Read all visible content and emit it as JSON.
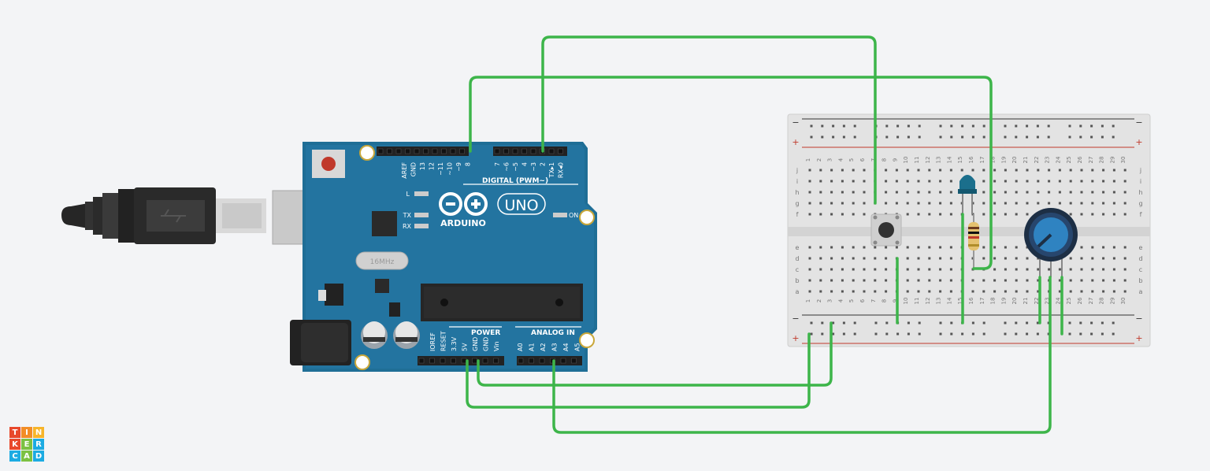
{
  "board": {
    "logo_text": "ARDUINO",
    "model": "UNO",
    "header_digital_title": "DIGITAL (PWM~)",
    "digital_pins": [
      "AREF",
      "GND",
      "13",
      "12",
      "~11",
      "~10",
      "~9",
      "8",
      "7",
      "~6",
      "~5",
      "4",
      "~3",
      "2",
      "TX▸1",
      "RX◂0"
    ],
    "power_title": "POWER",
    "power_pins": [
      "IOREF",
      "RESET",
      "3.3V",
      "5V",
      "GND",
      "GND",
      "Vin"
    ],
    "analog_title": "ANALOG IN",
    "analog_pins": [
      "A0",
      "A1",
      "A2",
      "A3",
      "A4",
      "A5"
    ],
    "led_l": "L",
    "led_tx": "TX",
    "led_rx": "RX",
    "led_on": "ON",
    "crystal_label": "16MHz"
  },
  "breadboard": {
    "columns": [
      "1",
      "2",
      "3",
      "4",
      "5",
      "6",
      "7",
      "8",
      "9",
      "10",
      "11",
      "12",
      "13",
      "14",
      "15",
      "16",
      "17",
      "18",
      "19",
      "20",
      "21",
      "22",
      "23",
      "24",
      "25",
      "26",
      "27",
      "28",
      "29",
      "30"
    ],
    "rows_top": [
      "j",
      "i",
      "h",
      "g",
      "f"
    ],
    "rows_bottom": [
      "e",
      "d",
      "c",
      "b",
      "a"
    ],
    "rail_minus": "−",
    "rail_plus": "+"
  },
  "wire_color": "#3db54a",
  "tinkercad_logo": {
    "letters": [
      "T",
      "I",
      "N",
      "K",
      "E",
      "R",
      "C",
      "A",
      "D"
    ],
    "colors": [
      "#e8482b",
      "#f28d26",
      "#f7b52a",
      "#e8482b",
      "#7cc142",
      "#1cabe2",
      "#1cabe2",
      "#7cc142",
      "#1cabe2"
    ]
  }
}
